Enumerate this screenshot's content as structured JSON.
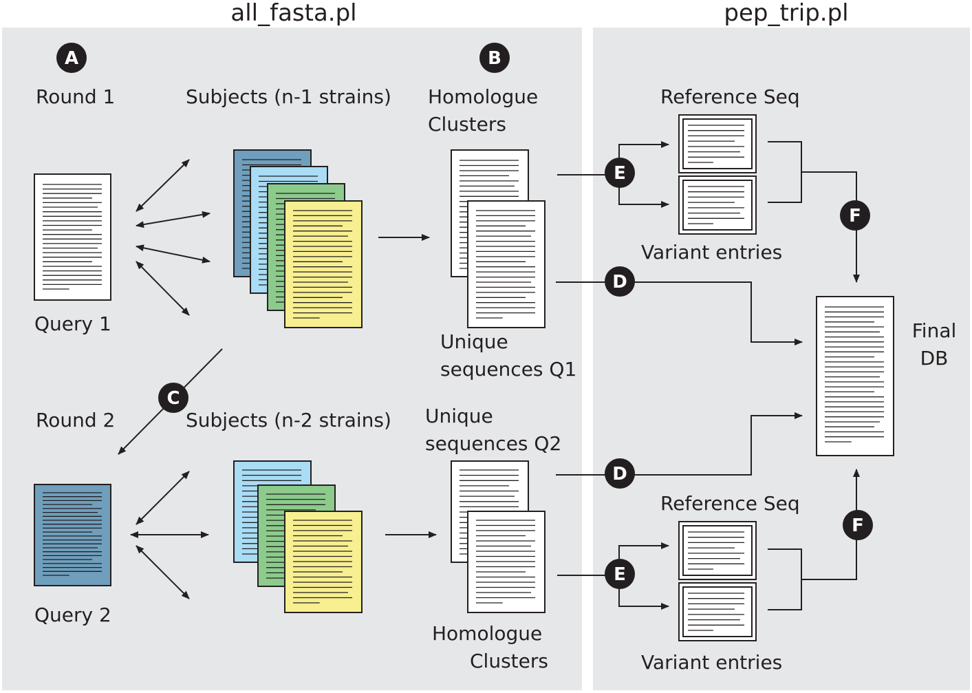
{
  "titles": {
    "left": "all_fasta.pl",
    "right": "pep_trip.pl"
  },
  "badges": {
    "a": "A",
    "b": "B",
    "c": "C",
    "d": "D",
    "e": "E",
    "f": "F"
  },
  "labels": {
    "round1": "Round 1",
    "subjects1": "Subjects (n-1 strains)",
    "homologue_clusters_1_line1": "Homologue",
    "homologue_clusters_1_line2": "Clusters",
    "query1": "Query 1",
    "unique_q1_line1": "Unique",
    "unique_q1_line2": "sequences Q1",
    "round2": "Round 2",
    "subjects2": "Subjects (n-2 strains)",
    "unique_q2_line1": "Unique",
    "unique_q2_line2": "sequences Q2",
    "query2": "Query 2",
    "homologue_clusters_2_line1": "Homologue",
    "homologue_clusters_2_line2": "Clusters",
    "reference_seq_1": "Reference Seq",
    "variant_entries_1": "Variant entries",
    "final_db_line1": "Final",
    "final_db_line2": "DB",
    "reference_seq_2": "Reference Seq",
    "variant_entries_2": "Variant entries"
  },
  "colors": {
    "panel": "#e6e7e8",
    "doc_white": "#ffffff",
    "doc_blue_dark": "#6f9fbd",
    "doc_blue_light": "#a9dcf5",
    "doc_green": "#8ccb8b",
    "doc_yellow": "#f7ef90",
    "badge": "#231f20"
  }
}
